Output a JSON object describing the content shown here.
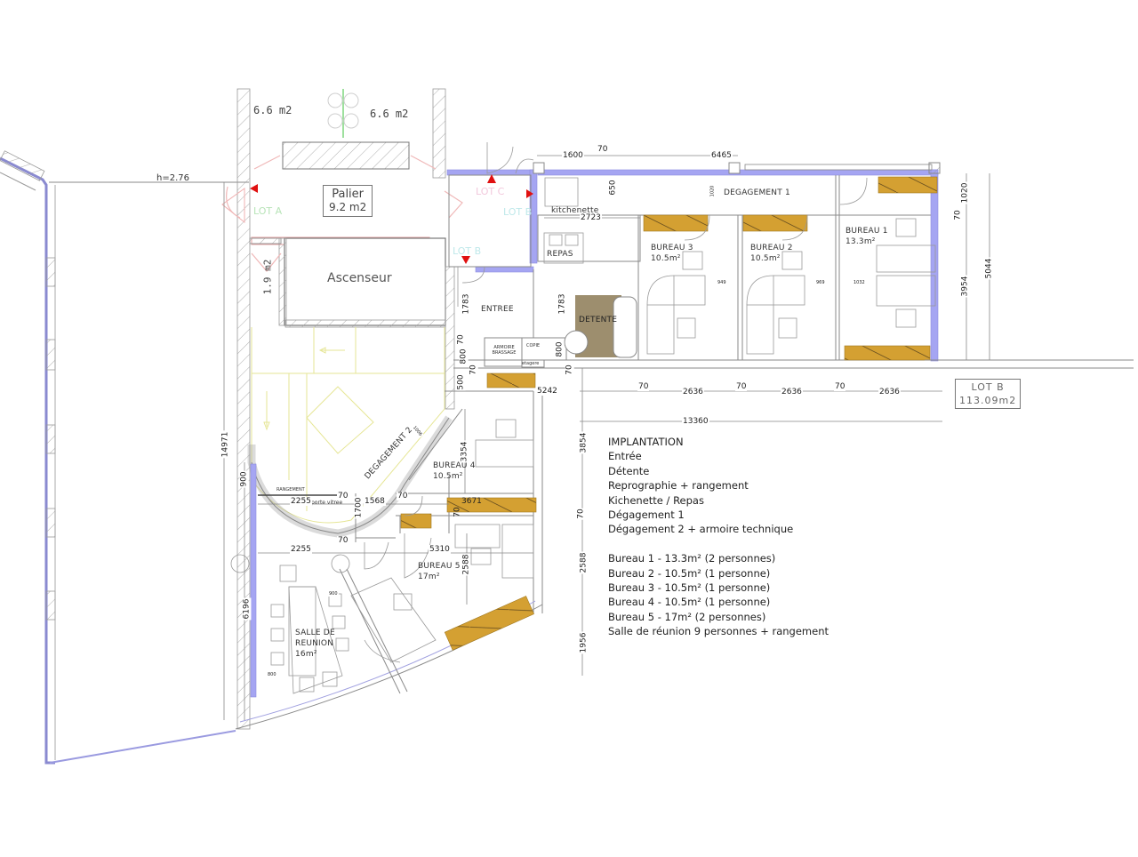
{
  "plan": {
    "colors": {
      "wall_new": "#9f9ff0",
      "storage": "#d4a032",
      "detente": "#9d8e6e",
      "lines": "#7a7a7a",
      "arrow": "#e01010",
      "lot_a": "#b8e4b8",
      "lot_b": "#bfe8ea",
      "lot_c": "#f2c8dc",
      "stair": "#ecec9c"
    },
    "top_areas": {
      "left": "6.6  m2",
      "right": "6.6  m2"
    },
    "height_label": "h=2.76",
    "palier": {
      "name": "Palier",
      "area": "9.2  m2"
    },
    "ascenseur": "Ascenseur",
    "small_area": "1.9  m2",
    "lots": {
      "a": "LOT A",
      "b": "LOT B",
      "c": "LOT C",
      "d": "LOT B"
    },
    "lot_b_box": {
      "name": "LOT B",
      "area": "113.09m2"
    },
    "rooms": {
      "kitchenette": "kitchenette",
      "repas": "REPAS",
      "entree": "ENTREE",
      "detente": "DETENTE",
      "armoire": "ARMOIRE BRASSAGE",
      "copie": "COPIE",
      "etagere": "etagere",
      "degagement1": "DEGAGEMENT 1",
      "degagement2": "DEGAGEMENT 2",
      "rangement": "RANGEMENT",
      "porte_vitree": "porte vitrée",
      "bureau1": {
        "name": "BUREAU 1",
        "area": "13.3m²"
      },
      "bureau2": {
        "name": "BUREAU 2",
        "area": "10.5m²"
      },
      "bureau3": {
        "name": "BUREAU 3",
        "area": "10.5m²"
      },
      "bureau4": {
        "name": "BUREAU 4",
        "area": "10.5m²"
      },
      "bureau5": {
        "name": "BUREAU 5",
        "area": "17m²"
      },
      "salle": {
        "line1": "SALLE DE",
        "line2": "REUNION",
        "area": "16m²"
      }
    },
    "dimensions": {
      "d1600": "1600",
      "d70_top": "70",
      "d6465": "6465",
      "d650": "650",
      "d2723": "2723",
      "d1020_small": "1020",
      "d1020": "1020",
      "d70_right": "70",
      "d3954": "3954",
      "d5044": "5044",
      "d949": "949",
      "d969": "969",
      "d1032": "1032",
      "d1783_a": "1783",
      "d1783_b": "1783",
      "d70_a": "70",
      "d800_a": "800",
      "d70_b": "70",
      "d500": "500",
      "d800_b": "800",
      "d70_c": "70",
      "d5242": "5242",
      "d70_1": "70",
      "d2636_1": "2636",
      "d70_2": "70",
      "d2636_2": "2636",
      "d70_3": "70",
      "d2636_3": "2636",
      "d13360": "13360",
      "d3854": "3854",
      "d70_v": "70",
      "d2588_v": "2588",
      "d1956": "1956",
      "d14971": "14971",
      "d900": "900",
      "d6196": "6196",
      "d2255_a": "2255",
      "d70_d": "70",
      "d1700": "1700",
      "d1568": "1568",
      "d70_e": "70",
      "d3671": "3671",
      "d70_f": "70",
      "d2255_b": "2255",
      "d70_g": "70",
      "d5310": "5310",
      "d2588": "2588",
      "d3354": "3354",
      "d1006": "1006",
      "d900_s": "900",
      "d800_s": "800"
    }
  },
  "legend": {
    "title": "IMPLANTATION",
    "items": [
      "Entrée",
      "Détente",
      "Reprographie + rangement",
      "Kichenette / Repas",
      "Dégagement 1",
      "Dégagement 2 + armoire technique"
    ],
    "offices": [
      "Bureau 1 - 13.3m² (2 personnes)",
      "Bureau 2 - 10.5m² (1 personne)",
      "Bureau 3 - 10.5m² (1 personne)",
      "Bureau 4 - 10.5m² (1 personne)",
      "Bureau 5 - 17m² (2 personnes)",
      "Salle de réunion 9 personnes + rangement"
    ]
  }
}
